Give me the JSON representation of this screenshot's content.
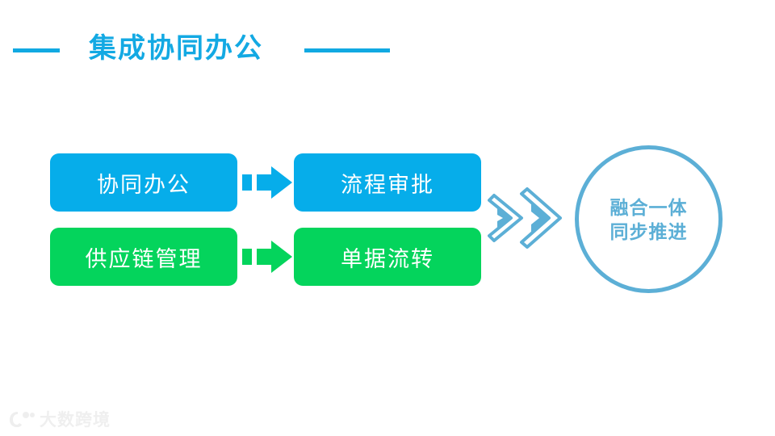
{
  "slide": {
    "background_color": "#ffffff",
    "title": "集成协同办公",
    "title_color": "#13A9E3",
    "accent_blue": "#06ADEA",
    "accent_green": "#04D45C",
    "muted_blue": "#5CAFD6"
  },
  "decorations": {
    "left_rule": "",
    "right_rule": ""
  },
  "diagram": {
    "boxes": [
      {
        "label": "协同办公",
        "color": "#06ADEA",
        "row": 1,
        "column": 1
      },
      {
        "label": "流程审批",
        "color": "#06ADEA",
        "row": 1,
        "column": 2
      },
      {
        "label": "供应链管理",
        "color": "#04D45C",
        "row": 2,
        "column": 1
      },
      {
        "label": "单据流转",
        "color": "#04D45C",
        "row": 2,
        "column": 2
      }
    ],
    "arrows": [
      {
        "name": "arrow-top",
        "color": "#06ADEA",
        "direction": "right"
      },
      {
        "name": "arrow-bottom",
        "color": "#04D45C",
        "direction": "right"
      }
    ],
    "chevrons": {
      "name": "triple-chevron",
      "color": "#5CAFD6",
      "direction": "right",
      "count": 2
    },
    "result": {
      "line1": "融合一体",
      "line2": "同步推进",
      "color": "#5CAFD6"
    }
  },
  "watermark": {
    "text": "大数跨境",
    "color": "#EDEDED"
  }
}
